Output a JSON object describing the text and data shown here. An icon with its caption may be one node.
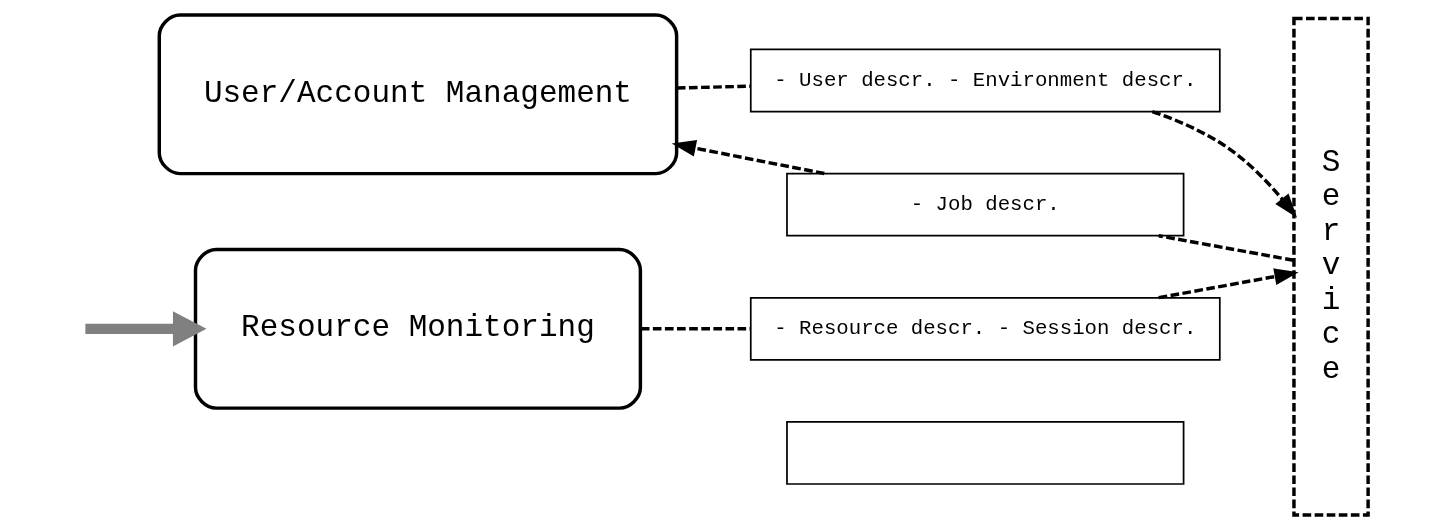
{
  "diagram": {
    "nodes": [
      {
        "text": [
          "User/Account Management"
        ]
      },
      {
        "text": [
          "- User descr. - Environment descr."
        ]
      },
      {
        "text": [
          "- Job descr."
        ]
      },
      {
        "text": [
          "Service"
        ]
      },
      {
        "text": [
          "Resource Monitoring"
        ]
      },
      {
        "text": [
          "- Resource descr. - Session descr."
        ]
      },
      {
        "text": [],
        "shape": "box"
      }
    ],
    "edges": [
      {
        "from": 0,
        "to": 1,
        "arrow": "none",
        "style": "dashed"
      },
      {
        "from": 1,
        "to": 3,
        "arrow": "to",
        "style": "dashed"
      },
      {
        "from": 3,
        "to": 2,
        "arrow": "none",
        "style": "dashed"
      },
      {
        "from": 2,
        "to": 0,
        "arrow": "to",
        "style": "dashed"
      },
      {
        "from": 4,
        "to": 5,
        "arrow": "none",
        "style": "dashed"
      },
      {
        "from": 5,
        "to": 3,
        "arrow": "to",
        "style": "dashed"
      },
      {
        "from": null,
        "to": 4,
        "arrow": "to",
        "style": "thick",
        "color": "#808080"
      }
    ]
  }
}
